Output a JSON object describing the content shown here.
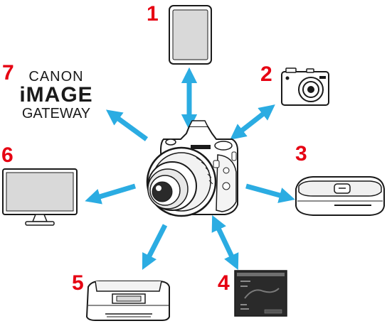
{
  "colors": {
    "arrow": "#2bace2",
    "number": "#e60012",
    "outline": "#1a1a1a",
    "screen": "#d9d9d9"
  },
  "labels": {
    "n1": "1",
    "n2": "2",
    "n3": "3",
    "n4": "4",
    "n5": "5",
    "n6": "6",
    "n7": "7"
  },
  "logo": {
    "line1": "CANON",
    "line2": "iMAGE",
    "line3": "GATEWAY"
  },
  "icons": {
    "center": "dslr-camera-icon",
    "d1": "smartphone-icon",
    "d2": "compact-camera-icon",
    "d3": "connect-station-icon",
    "d4": "computer-screen-icon",
    "d5": "printer-icon",
    "d6": "monitor-icon"
  }
}
